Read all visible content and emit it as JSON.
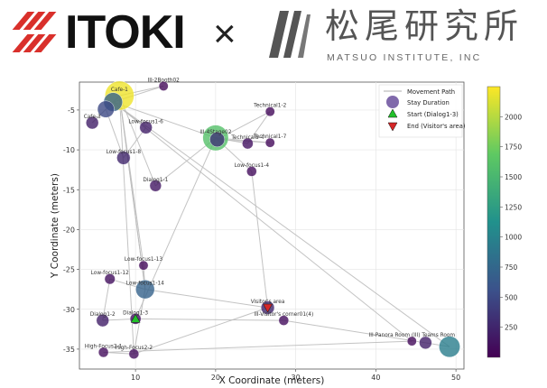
{
  "header": {
    "itoki_logo": "ITOKI",
    "times_symbol": "×",
    "matsuo_kanji": "松尾研究所",
    "matsuo_sub": "MATSUO INSTITUTE, INC"
  },
  "colors": {
    "stripe_red": "#d9302b",
    "path": "#bdbdbd",
    "start_marker": "#22c02a",
    "end_marker": "#d62728"
  },
  "chart_data": {
    "type": "scatter",
    "title": "",
    "xlabel": "X Coordinate (meters)",
    "ylabel": "Y Coordinate (meters)",
    "xlim": [
      3,
      51
    ],
    "ylim": [
      -37.5,
      -1.5
    ],
    "x_ticks": [
      10,
      20,
      30,
      40,
      50
    ],
    "y_ticks": [
      -5,
      -10,
      -15,
      -20,
      -25,
      -30,
      -35
    ],
    "grid": true,
    "legend_placement": "top-right",
    "legend": {
      "movement": "Movement Path",
      "stay": "Stay Duration",
      "start": "Start (Dialog1-3)",
      "end": "End (Visitor's area)"
    },
    "colorbar": {
      "colormap": "viridis",
      "range": [
        0,
        2250
      ],
      "ticks": [
        250,
        500,
        750,
        1000,
        1250,
        1500,
        1750,
        2000
      ]
    },
    "points": [
      {
        "label": "Cafe-1",
        "x": 8.0,
        "y": -3.2,
        "duration": 2200
      },
      {
        "label": "",
        "x": 7.2,
        "y": -4.0,
        "duration": 700
      },
      {
        "label": "",
        "x": 6.3,
        "y": -4.9,
        "duration": 500
      },
      {
        "label": "Cafe-3",
        "x": 4.6,
        "y": -6.6,
        "duration": 200
      },
      {
        "label": "Low-focus1-6",
        "x": 11.3,
        "y": -7.2,
        "duration": 200
      },
      {
        "label": "Low-focus1-8",
        "x": 8.5,
        "y": -11.0,
        "duration": 250
      },
      {
        "label": "Dialog1-1",
        "x": 12.5,
        "y": -14.5,
        "duration": 150
      },
      {
        "label": "III-2Booth02",
        "x": 13.5,
        "y": -2.0,
        "duration": 60
      },
      {
        "label": "III-4Stage02",
        "x": 20.0,
        "y": -8.5,
        "duration": 1600
      },
      {
        "label": "",
        "x": 20.2,
        "y": -8.7,
        "duration": 350
      },
      {
        "label": "Technical1-2",
        "x": 26.8,
        "y": -5.2,
        "duration": 60
      },
      {
        "label": "Technical1-4",
        "x": 24.0,
        "y": -9.2,
        "duration": 120
      },
      {
        "label": "Technical1-7",
        "x": 26.8,
        "y": -9.1,
        "duration": 60
      },
      {
        "label": "Low-focus1-4",
        "x": 24.5,
        "y": -12.7,
        "duration": 80
      },
      {
        "label": "Low-focus1-13",
        "x": 11.0,
        "y": -24.5,
        "duration": 60
      },
      {
        "label": "Low-focus1-12",
        "x": 6.8,
        "y": -26.2,
        "duration": 100
      },
      {
        "label": "Low-focus1-14",
        "x": 11.2,
        "y": -27.5,
        "duration": 700
      },
      {
        "label": "Dialog1-2",
        "x": 5.9,
        "y": -31.4,
        "duration": 200
      },
      {
        "label": "Dialog1-3",
        "x": 10.0,
        "y": -31.2,
        "duration": 120
      },
      {
        "label": "Visitor's area",
        "x": 26.5,
        "y": -29.8,
        "duration": 250
      },
      {
        "label": "III-Visitor's corner01(4)",
        "x": 28.5,
        "y": -31.4,
        "duration": 80
      },
      {
        "label": "High-Focus2-1",
        "x": 6.0,
        "y": -35.4,
        "duration": 80
      },
      {
        "label": "High-Focus2-2",
        "x": 9.8,
        "y": -35.6,
        "duration": 80
      },
      {
        "label": "III-Panora Room (III) Teams Room",
        "x": 44.5,
        "y": -34.0,
        "duration": 60
      },
      {
        "label": "",
        "x": 46.2,
        "y": -34.2,
        "duration": 200
      },
      {
        "label": "",
        "x": 49.2,
        "y": -34.7,
        "duration": 950
      }
    ],
    "path_points": [
      {
        "x": 10.0,
        "y": -31.2
      },
      {
        "x": 5.9,
        "y": -31.4
      },
      {
        "x": 6.8,
        "y": -26.2
      },
      {
        "x": 11.2,
        "y": -27.5
      },
      {
        "x": 8.0,
        "y": -3.2
      },
      {
        "x": 6.3,
        "y": -4.9
      },
      {
        "x": 8.5,
        "y": -11.0
      },
      {
        "x": 11.3,
        "y": -7.2
      },
      {
        "x": 7.2,
        "y": -4.0
      },
      {
        "x": 20.0,
        "y": -8.5
      },
      {
        "x": 24.0,
        "y": -9.2
      },
      {
        "x": 26.8,
        "y": -5.2
      },
      {
        "x": 20.2,
        "y": -8.7
      },
      {
        "x": 26.8,
        "y": -9.1
      },
      {
        "x": 20.0,
        "y": -8.5
      },
      {
        "x": 12.5,
        "y": -14.5
      },
      {
        "x": 8.0,
        "y": -3.2
      },
      {
        "x": 4.6,
        "y": -6.6
      },
      {
        "x": 7.2,
        "y": -4.0
      },
      {
        "x": 13.5,
        "y": -2.0
      },
      {
        "x": 8.0,
        "y": -3.2
      },
      {
        "x": 11.0,
        "y": -24.5
      },
      {
        "x": 11.2,
        "y": -27.5
      },
      {
        "x": 26.5,
        "y": -29.8
      },
      {
        "x": 24.5,
        "y": -12.7
      },
      {
        "x": 20.0,
        "y": -8.5
      },
      {
        "x": 10.0,
        "y": -31.2
      },
      {
        "x": 28.5,
        "y": -31.4
      },
      {
        "x": 46.2,
        "y": -34.2
      },
      {
        "x": 49.2,
        "y": -34.7
      },
      {
        "x": 7.2,
        "y": -4.0
      },
      {
        "x": 44.5,
        "y": -34.0
      },
      {
        "x": 6.0,
        "y": -35.4
      },
      {
        "x": 9.8,
        "y": -35.6
      },
      {
        "x": 11.2,
        "y": -27.5
      },
      {
        "x": 8.0,
        "y": -3.2
      },
      {
        "x": 9.8,
        "y": -35.6
      },
      {
        "x": 26.5,
        "y": -29.8
      }
    ],
    "start": {
      "x": 10.0,
      "y": -31.2
    },
    "end": {
      "x": 26.5,
      "y": -29.8
    }
  }
}
